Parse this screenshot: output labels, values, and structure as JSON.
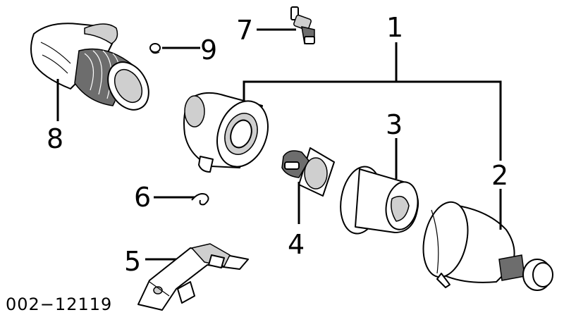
{
  "callouts": {
    "c1": "1",
    "c2": "2",
    "c3": "3",
    "c4": "4",
    "c5": "5",
    "c6": "6",
    "c7": "7",
    "c8": "8",
    "c9": "9"
  },
  "drawing_code": "002−12119"
}
